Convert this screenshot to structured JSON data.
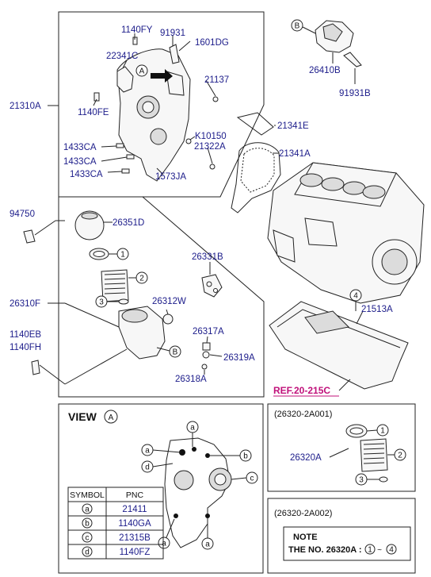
{
  "top_assembly": {
    "labels": {
      "l_1140FY": "1140FY",
      "l_91931": "91931",
      "l_1601DG": "1601DG",
      "l_22341C": "22341C",
      "l_21137": "21137",
      "l_21310A": "21310A",
      "l_1140FE": "1140FE",
      "l_K10150": "K10150",
      "l_21322A": "21322A",
      "l_1433CA_1": "1433CA",
      "l_1433CA_2": "1433CA",
      "l_1433CA_3": "1433CA",
      "l_1573JA": "1573JA",
      "l_21341E": "21341E",
      "l_21341A": "21341A",
      "l_26410B": "26410B",
      "l_91931B": "91931B"
    },
    "markers": {
      "view_a": "A",
      "b_top": "B"
    }
  },
  "filter_assembly": {
    "labels": {
      "l_94750": "94750",
      "l_26351D": "26351D",
      "l_26331B": "26331B",
      "l_26310F": "26310F",
      "l_26312W": "26312W",
      "l_1140EB": "1140EB",
      "l_1140FH": "1140FH",
      "l_26317A": "26317A",
      "l_26319A": "26319A",
      "l_26318A": "26318A",
      "l_21513A": "21513A"
    },
    "markers": {
      "c1": "1",
      "c2": "2",
      "c3": "3",
      "c4": "4",
      "b_low": "B"
    },
    "ref_label": "REF.20-215C"
  },
  "view_panel": {
    "title": "VIEW",
    "title_marker": "A",
    "callouts": {
      "a1": "a",
      "a2": "a",
      "a3": "a",
      "a4": "a",
      "b": "b",
      "c": "c",
      "d": "d"
    },
    "table": {
      "headers": [
        "SYMBOL",
        "PNC"
      ],
      "rows": [
        {
          "symbol": "a",
          "pnc": "21411"
        },
        {
          "symbol": "b",
          "pnc": "1140GA"
        },
        {
          "symbol": "c",
          "pnc": "21315B"
        },
        {
          "symbol": "d",
          "pnc": "1140FZ"
        }
      ]
    }
  },
  "kit_panel_1": {
    "code": "(26320-2A001)",
    "part": "26320A",
    "callouts": {
      "k1": "1",
      "k2": "2",
      "k3": "3"
    }
  },
  "kit_panel_2": {
    "code": "(26320-2A002)",
    "note_title": "NOTE",
    "note_line_prefix": "THE NO. 26320A :",
    "note_from": "1",
    "note_sep": "~",
    "note_to": "4"
  }
}
